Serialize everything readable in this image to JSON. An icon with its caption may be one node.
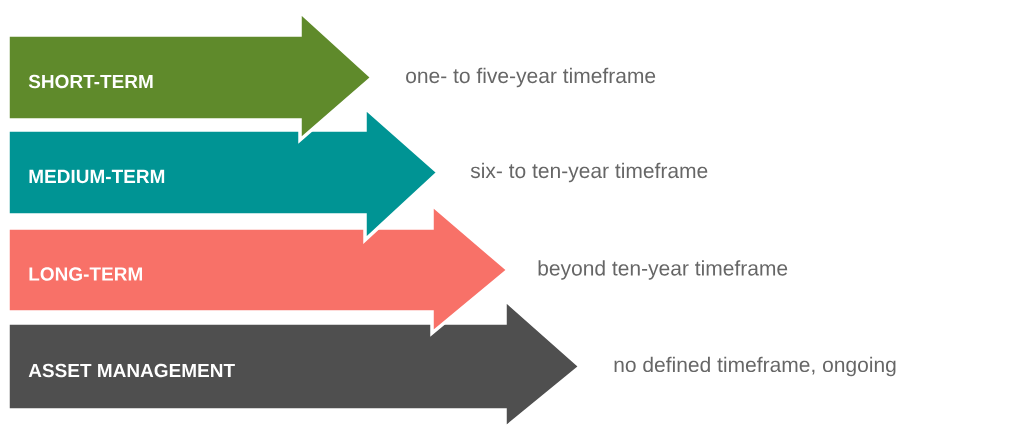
{
  "diagram": {
    "nodes": [
      {
        "text": [
          "SHORT-TERM"
        ]
      },
      {
        "text": [
          "MEDIUM-TERM"
        ]
      },
      {
        "text": [
          "LONG-TERM"
        ]
      },
      {
        "text": [
          "ASSET MANAGEMENT"
        ]
      }
    ],
    "labels": [
      "one- to five-year timeframe",
      "six- to ten-year timeframe",
      "beyond ten-year timeframe",
      "no defined timeframe, ongoing"
    ]
  }
}
